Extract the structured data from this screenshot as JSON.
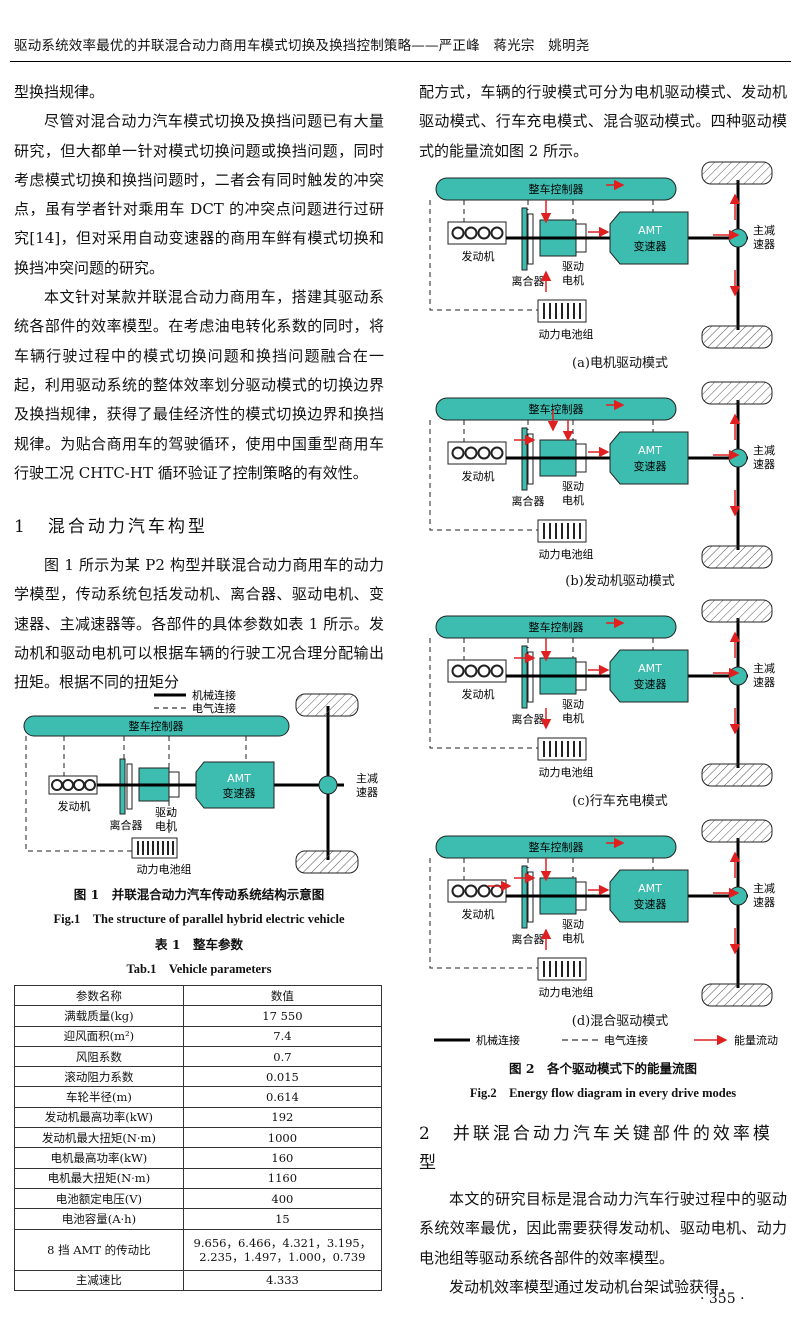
{
  "header": {
    "running_title": "驱动系统效率最优的并联混合动力商用车模式切换及换挡控制策略——严正峰　蒋光宗　姚明尧"
  },
  "left_column": {
    "p1": "型换挡规律。",
    "p2": "尽管对混合动力汽车模式切换及换挡问题已有大量研究，但大都单一针对模式切换问题或换挡问题，同时考虑模式切换和换挡问题时，二者会有同时触发的冲突点，虽有学者针对乘用车 DCT 的冲突点问题进行过研究[14]，但对采用自动变速器的商用车鲜有模式切换和换挡冲突问题的研究。",
    "p3": "本文针对某款并联混合动力商用车，搭建其驱动系统各部件的效率模型。在考虑油电转化系数的同时，将车辆行驶过程中的模式切换问题和换挡问题融合在一起，利用驱动系统的整体效率划分驱动模式的切换边界及换挡规律，获得了最佳经济性的模式切换边界和换挡规律。为贴合商用车的驾驶循环，使用中国重型商用车行驶工况 CHTC-HT 循环验证了控制策略的有效性。",
    "section1_title": "1　混合动力汽车构型",
    "p4": "图 1 所示为某 P2 构型并联混合动力商用车的动力学模型，传动系统包括发动机、离合器、驱动电机、变速器、主减速器等。各部件的具体参数如表 1 所示。发动机和驱动电机可以根据车辆的行驶工况合理分配输出扭矩。根据不同的扭矩分"
  },
  "fig1": {
    "legend_mech": "机械连接",
    "legend_elec": "电气连接",
    "caption_cn": "图 1　并联混合动力汽车传动系统结构示意图",
    "caption_en": "Fig.1　The structure of parallel hybrid electric vehicle"
  },
  "diagram_labels": {
    "controller": "整车控制器",
    "engine": "发动机",
    "clutch": "离合器",
    "motor_l1": "驱动",
    "motor_l2": "电机",
    "amt": "AMT",
    "transmission": "变速器",
    "final_l1": "主减",
    "final_l2": "速器",
    "battery": "动力电池组"
  },
  "table1": {
    "caption_cn": "表 1　整车参数",
    "caption_en": "Tab.1　Vehicle parameters",
    "headers": [
      "参数名称",
      "数值"
    ],
    "rows": [
      [
        "满载质量(kg)",
        "17 550"
      ],
      [
        "迎风面积(m²)",
        "7.4"
      ],
      [
        "风阻系数",
        "0.7"
      ],
      [
        "滚动阻力系数",
        "0.015"
      ],
      [
        "车轮半径(m)",
        "0.614"
      ],
      [
        "发动机最高功率(kW)",
        "192"
      ],
      [
        "发动机最大扭矩(N·m)",
        "1000"
      ],
      [
        "电机最高功率(kW)",
        "160"
      ],
      [
        "电机最大扭矩(N·m)",
        "1160"
      ],
      [
        "电池额定电压(V)",
        "400"
      ],
      [
        "电池容量(A·h)",
        "15"
      ],
      [
        "8 挡 AMT 的传动比",
        "9.656，6.466，4.321，3.195，2.235，1.497，1.000，0.739"
      ],
      [
        "主减速比",
        "4.333"
      ]
    ]
  },
  "right_column": {
    "p1": "配方式，车辆的行驶模式可分为电机驱动模式、发动机驱动模式、行车充电模式、混合驱动模式。四种驱动模式的能量流如图 2 所示。",
    "section2_title": "2　并联混合动力汽车关键部件的效率模型",
    "p2": "本文的研究目标是混合动力汽车行驶过程中的驱动系统效率最优，因此需要获得发动机、驱动电机、动力电池组等驱动系统各部件的效率模型。",
    "p3": "发动机效率模型通过发动机台架试验获得，"
  },
  "fig2": {
    "sub_a": "(a)电机驱动模式",
    "sub_b": "(b)发动机驱动模式",
    "sub_c": "(c)行车充电模式",
    "sub_d": "(d)混合驱动模式",
    "legend_mech": "机械连接",
    "legend_elec": "电气连接",
    "legend_flow": "能量流动",
    "caption_cn": "图 2　各个驱动模式下的能量流图",
    "caption_en": "Fig.2　Energy flow diagram in every drive modes"
  },
  "colors": {
    "teal": "#3dbdb0",
    "arrow_red": "#e02020",
    "wheel_fill": "#cfe8e4"
  },
  "page_number": "· 355 ·"
}
